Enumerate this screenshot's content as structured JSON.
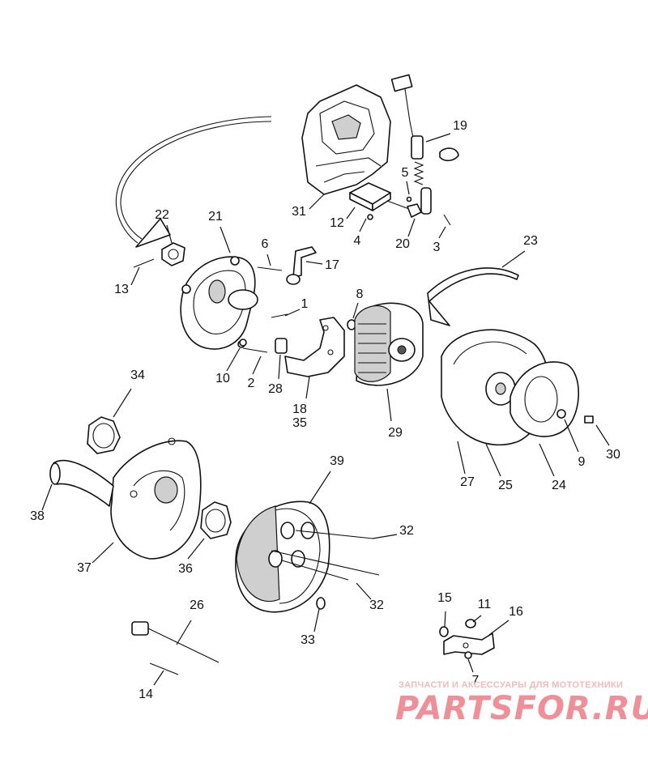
{
  "callouts": [
    "1",
    "2",
    "3",
    "4",
    "5",
    "6",
    "7",
    "8",
    "9",
    "10",
    "11",
    "12",
    "13",
    "14",
    "15",
    "16",
    "17",
    "18",
    "35",
    "19",
    "20",
    "21",
    "22",
    "23",
    "24",
    "25",
    "26",
    "27",
    "28",
    "29",
    "30",
    "31",
    "32",
    "32",
    "33",
    "34",
    "36",
    "37",
    "38",
    "39"
  ],
  "watermark": {
    "tagline": "ЗАПЧАСТИ И АКСЕССУАРЫ ДЛЯ МОТОТЕХНИКИ",
    "logo": "PARTSFOR.RU"
  },
  "colors": {
    "line": "#111111",
    "background": "#ffffff",
    "watermark": "#ef8f98"
  }
}
